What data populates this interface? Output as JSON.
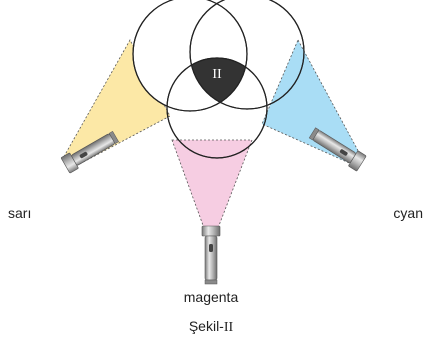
{
  "labels": {
    "left": "sarı",
    "right": "cyan",
    "bottom": "magenta",
    "region": "II"
  },
  "caption": {
    "prefix": "Şekil-",
    "numeral": "II"
  },
  "colors": {
    "yellow_beam": "#fce8a6",
    "cyan_beam": "#a9ddf5",
    "magenta_beam": "#f6cde2",
    "region_fill": "#333333",
    "circle_stroke": "#222222",
    "flashlight_body": "#9a9a9a"
  },
  "icons": [
    "flashlight-icon",
    "flashlight-icon",
    "flashlight-icon"
  ]
}
